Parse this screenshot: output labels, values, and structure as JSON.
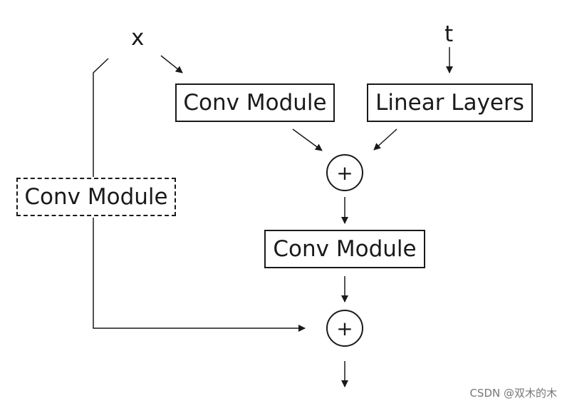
{
  "inputs": {
    "x": "x",
    "t": "t"
  },
  "nodes": {
    "conv_top": "Conv Module",
    "linear": "Linear Layers",
    "conv_skip": "Conv Module",
    "conv_mid": "Conv Module",
    "add_1": "+",
    "add_2": "+"
  },
  "watermark": "CSDN @双木的木"
}
